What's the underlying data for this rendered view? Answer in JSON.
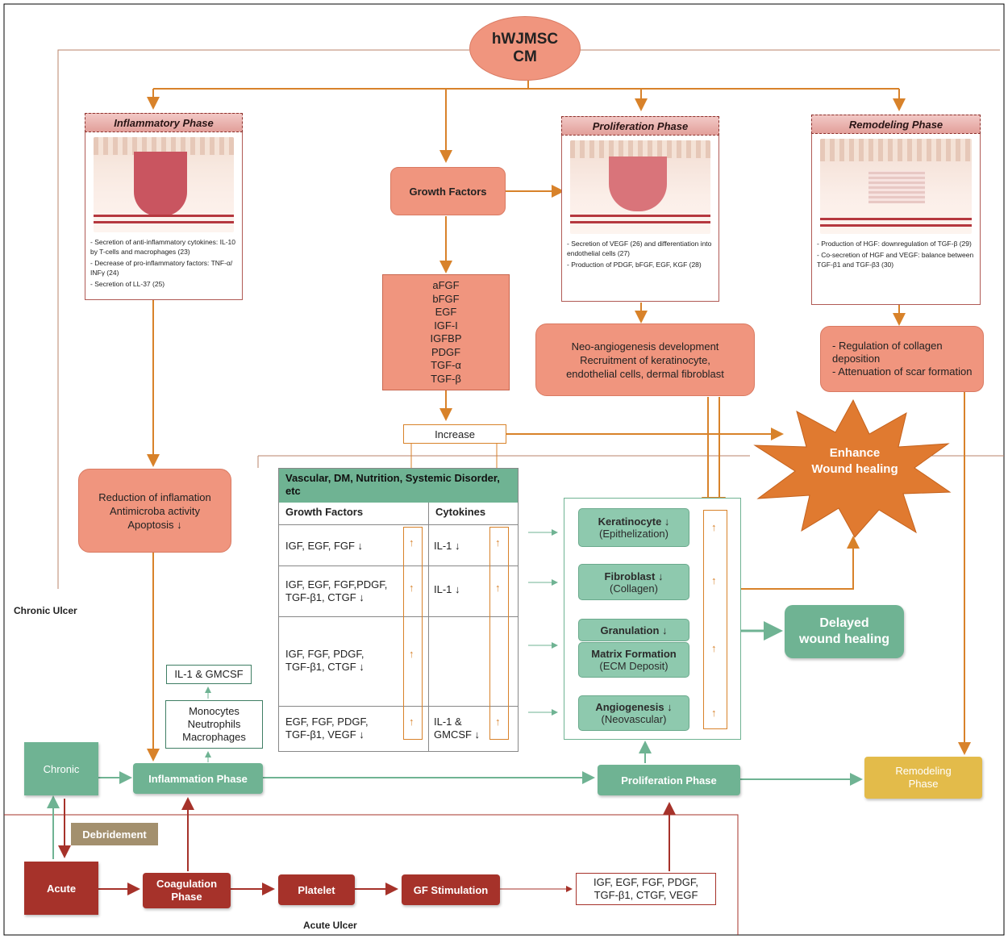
{
  "top": {
    "line1": "hWJMSC",
    "line2": "CM"
  },
  "phases": {
    "inflammatory": {
      "title": "Inflammatory Phase",
      "caption": [
        "- Secretion of anti-inflammatory cytokines: IL-10 by T-cells and macrophages (23)",
        "- Decrease of pro-inflammatory factors: TNF-α/ INFγ (24)",
        "- Secretion of LL-37 (25)"
      ]
    },
    "proliferation": {
      "title": "Proliferation Phase",
      "caption": [
        "- Secretion of VEGF (26) and differentiation into endothelial cells (27)",
        "- Production of PDGF, bFGF, EGF, KGF (28)"
      ]
    },
    "remodeling": {
      "title": "Remodeling Phase",
      "caption": [
        "- Production of HGF: downregulation of TGF-β (29)",
        "- Co-secretion of HGF and VEGF: balance between TGF-β1 and TGF-β3 (30)"
      ]
    }
  },
  "growth_factors_label": "Growth Factors",
  "growth_factor_list": [
    "aFGF",
    "bFGF",
    "EGF",
    "IGF-I",
    "IGFBP",
    "PDGF",
    "TGF-α",
    "TGF-β"
  ],
  "increase_label": "Increase",
  "neo_box": [
    "Neo-angiogenesis development",
    "Recruitment of keratinocyte,",
    "endothelial cells, dermal fibroblast"
  ],
  "regulation_box": [
    "- Regulation of collagen deposition",
    "- Attenuation of scar formation"
  ],
  "enhance": [
    "Enhance",
    "Wound healing"
  ],
  "reduction_box": [
    "Reduction of inflamation",
    "Antimicroba activity",
    "Apoptosis ↓"
  ],
  "table": {
    "header": "Vascular, DM, Nutrition, Systemic Disorder, etc",
    "col1": "Growth Factors",
    "col2": "Cytokines",
    "rows": [
      {
        "gf": [
          "IGF, EGF, FGF ↓"
        ],
        "cyto": [
          "IL-1 ↓"
        ]
      },
      {
        "gf": [
          "IGF, EGF, FGF,PDGF,",
          "TGF-β1, CTGF ↓"
        ],
        "cyto": [
          "IL-1 ↓"
        ]
      },
      {
        "gf": [
          "IGF, FGF, PDGF,",
          "TGF-β1, CTGF ↓"
        ],
        "cyto": []
      },
      {
        "gf": [
          "EGF, FGF, PDGF,",
          "TGF-β1, VEGF ↓"
        ],
        "cyto": [
          "IL-1 &",
          "GMCSF ↓"
        ]
      }
    ],
    "arrow": "↑"
  },
  "cells": {
    "keratinocyte": {
      "name": "Keratinocyte ↓",
      "sub": "(Epithelization)"
    },
    "fibroblast": {
      "name": "Fibroblast ↓",
      "sub": "(Collagen)"
    },
    "granulation": {
      "name": "Granulation ↓"
    },
    "matrix": {
      "name": "Matrix Formation",
      "sub": "(ECM Deposit)"
    },
    "angiogenesis": {
      "name": "Angiogenesis ↓",
      "sub": "(Neovascular)"
    }
  },
  "delayed": [
    "Delayed",
    "wound healing"
  ],
  "chronic_ulcer_label": "Chronic Ulcer",
  "acute_ulcer_label": "Acute Ulcer",
  "il1_gmcsf": "IL-1 & GMCSF",
  "immune_cells": [
    "Monocytes",
    "Neutrophils",
    "Macrophages"
  ],
  "flow": {
    "chronic": "Chronic",
    "inflammation": "Inflammation Phase",
    "proliferation": "Proliferation Phase",
    "remodeling": [
      "Remodeling",
      "Phase"
    ],
    "debridement": "Debridement",
    "acute": "Acute",
    "coagulation": [
      "Coagulation",
      "Phase"
    ],
    "platelet": "Platelet",
    "gf_stimulation": "GF Stimulation",
    "acute_gf": [
      "IGF, EGF, FGF, PDGF,",
      "TGF-β1, CTGF, VEGF"
    ]
  },
  "colors": {
    "salmon": "#f0957e",
    "green": "#6fb393",
    "mint": "#8ec9ae",
    "red": "#a6322a",
    "gold": "#e3bb4a",
    "orange_line": "#d8822a"
  }
}
